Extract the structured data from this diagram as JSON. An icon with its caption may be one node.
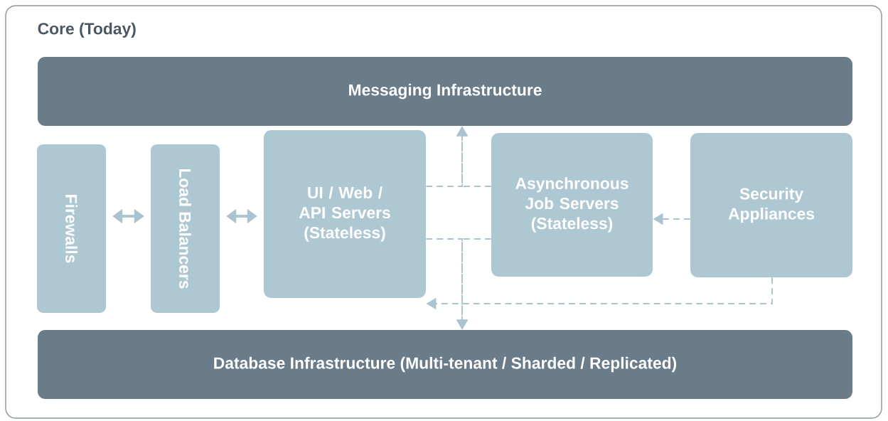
{
  "diagram": {
    "nodes": [
      {
        "text": [
          "Core (Today)"
        ]
      },
      {
        "text": [
          "Messaging Infrastructure"
        ],
        "in": 0
      },
      {
        "text": [
          "Firewalls"
        ],
        "in": 0
      },
      {
        "text": [
          "Load Balancers"
        ],
        "in": 0
      },
      {
        "text": [
          "UI / Web / API Servers (Stateless)"
        ],
        "in": 0
      },
      {
        "text": [
          "Asynchronous Job Servers (Stateless)"
        ],
        "in": 0
      },
      {
        "text": [
          "Security Appliances"
        ],
        "in": 0
      },
      {
        "text": [
          "Database Infrastructure (Multi-tenant / Sharded / Replicated)"
        ],
        "in": 0
      }
    ],
    "edges": [
      {
        "from": 2,
        "to": 3,
        "arrow": "both",
        "style": "thick"
      },
      {
        "from": 3,
        "to": 4,
        "arrow": "both",
        "style": "thick"
      },
      {
        "from": 4,
        "to": 1,
        "arrow": "to",
        "style": "dashed"
      },
      {
        "from": 5,
        "to": 1,
        "arrow": "to",
        "style": "dashed"
      },
      {
        "from": 4,
        "to": 7,
        "arrow": "to",
        "style": "dashed"
      },
      {
        "from": 5,
        "to": 7,
        "arrow": "to",
        "style": "dashed"
      },
      {
        "from": 6,
        "to": 5,
        "arrow": "to",
        "style": "dashed"
      },
      {
        "from": 6,
        "to": 4,
        "arrow": "to",
        "style": "dashed"
      }
    ]
  }
}
